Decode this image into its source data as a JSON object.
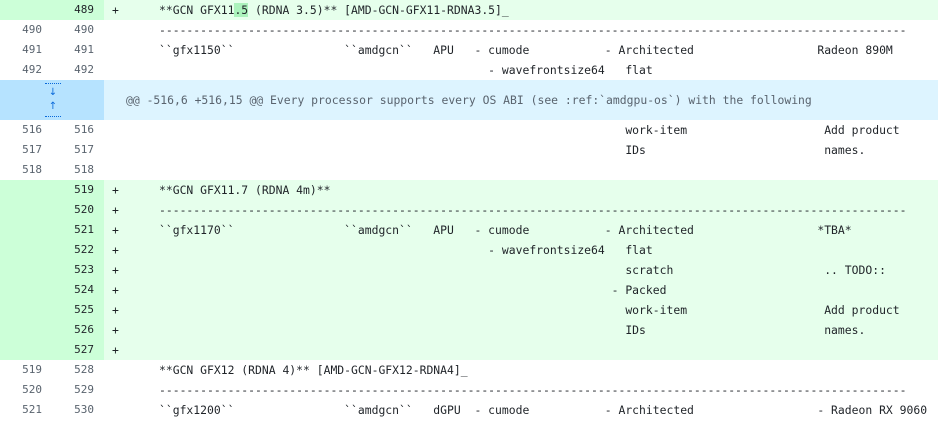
{
  "colors": {
    "add_row": "#e6ffec",
    "add_gutter": "#ccffd8",
    "hunk_row": "#ddf4ff",
    "hunk_gutter": "#b6e3ff",
    "word_highlight": "#abf2bc"
  },
  "lines": [
    {
      "old": "",
      "new": "489",
      "sign": "+",
      "pre": "**GCN GFX11",
      "hl": ".5",
      "post": " (RDNA 3.5)** [AMD-GCN-GFX11-RDNA3.5]_"
    },
    {
      "old": "490",
      "new": "490",
      "sign": "",
      "text": "-------------------------------------------------------------------------------------------------------------"
    },
    {
      "old": "491",
      "new": "491",
      "sign": "",
      "text": "``gfx1150``                ``amdgcn``   APU   - cumode           - Architected                  Radeon 890M"
    },
    {
      "old": "492",
      "new": "492",
      "sign": "",
      "text": "                                                - wavefrontsize64   flat"
    },
    {
      "hunk": "@@ -516,6 +516,15 @@ Every processor supports every OS ABI (see :ref:`amdgpu-os`) with the following",
      "expand_icon": "expand-up-down-icon"
    },
    {
      "old": "516",
      "new": "516",
      "sign": "",
      "text": "                                                                    work-item                    Add product"
    },
    {
      "old": "517",
      "new": "517",
      "sign": "",
      "text": "                                                                    IDs                          names."
    },
    {
      "old": "518",
      "new": "518",
      "sign": "",
      "text": ""
    },
    {
      "old": "",
      "new": "519",
      "sign": "+",
      "text": "**GCN GFX11.7 (RDNA 4m)**"
    },
    {
      "old": "",
      "new": "520",
      "sign": "+",
      "text": "-------------------------------------------------------------------------------------------------------------"
    },
    {
      "old": "",
      "new": "521",
      "sign": "+",
      "text": "``gfx1170``                ``amdgcn``   APU   - cumode           - Architected                  *TBA*"
    },
    {
      "old": "",
      "new": "522",
      "sign": "+",
      "text": "                                                - wavefrontsize64   flat"
    },
    {
      "old": "",
      "new": "523",
      "sign": "+",
      "text": "                                                                    scratch                      .. TODO::"
    },
    {
      "old": "",
      "new": "524",
      "sign": "+",
      "text": "                                                                  - Packed"
    },
    {
      "old": "",
      "new": "525",
      "sign": "+",
      "text": "                                                                    work-item                    Add product"
    },
    {
      "old": "",
      "new": "526",
      "sign": "+",
      "text": "                                                                    IDs                          names."
    },
    {
      "old": "",
      "new": "527",
      "sign": "+",
      "text": ""
    },
    {
      "old": "519",
      "new": "528",
      "sign": "",
      "text": "**GCN GFX12 (RDNA 4)** [AMD-GCN-GFX12-RDNA4]_"
    },
    {
      "old": "520",
      "new": "529",
      "sign": "",
      "text": "-------------------------------------------------------------------------------------------------------------"
    },
    {
      "old": "521",
      "new": "530",
      "sign": "",
      "text": "``gfx1200``                ``amdgcn``   dGPU  - cumode           - Architected                  - Radeon RX 9060"
    }
  ]
}
